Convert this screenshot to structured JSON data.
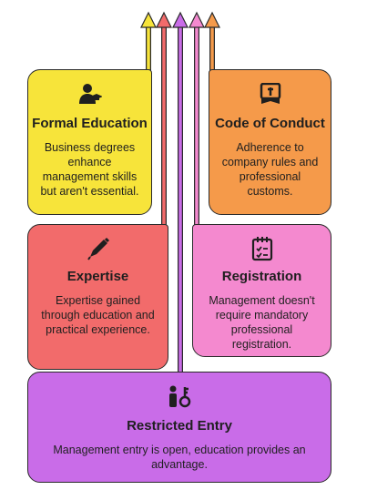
{
  "colors": {
    "yellow": "#f7e43a",
    "orange": "#f59a4a",
    "red": "#f26b6b",
    "pink": "#f489cf",
    "purple": "#c96ce8",
    "outline": "#2a2a2a"
  },
  "cards": [
    {
      "title": "Formal Education",
      "text": "Business degrees enhance management skills but aren't essential.",
      "icon": "graduate-icon",
      "color": "yellow"
    },
    {
      "title": "Code of Conduct",
      "text": "Adherence to company rules and professional customs.",
      "icon": "rulebook-icon",
      "color": "orange"
    },
    {
      "title": "Expertise",
      "text": "Expertise gained through education and practical experience.",
      "icon": "pen-icon",
      "color": "red"
    },
    {
      "title": "Registration",
      "text": "Management doesn't require mandatory professional registration.",
      "icon": "checklist-icon",
      "color": "pink"
    },
    {
      "title": "Restricted Entry",
      "text": "Management entry is open, education provides an advantage.",
      "icon": "person-key-icon",
      "color": "purple"
    }
  ]
}
